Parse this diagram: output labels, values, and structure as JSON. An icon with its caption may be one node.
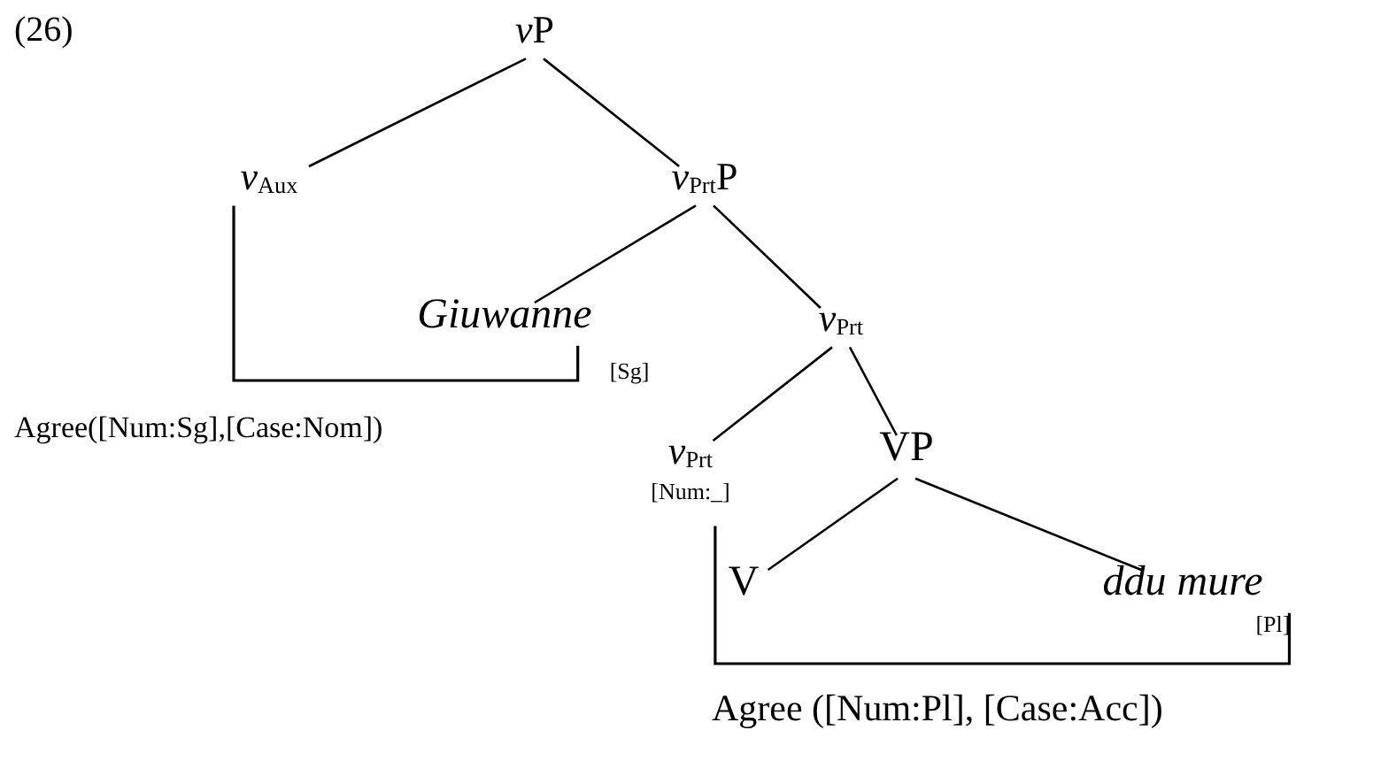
{
  "diagram": {
    "nodes": [
      {
        "text": [
          "vP"
        ]
      },
      {
        "text": [
          "*v*$_{Aux}$"
        ]
      },
      {
        "text": [
          "*v*$_{Prt}$P"
        ]
      },
      {
        "text": [
          "Giuwanne"
        ],
        "beside": [
          "[Sg]"
        ]
      },
      {
        "text": [
          "*v*$_{Prt}$"
        ]
      },
      {
        "text": [
          "*v*$_{Prt}$"
        ],
        "beside": [
          "[Num:_]"
        ]
      },
      {
        "text": [
          "VP"
        ]
      },
      {
        "text": [
          "V"
        ]
      },
      {
        "text": [
          "ddu mure"
        ],
        "beside": [
          "[Pl]"
        ]
      }
    ],
    "edges": [
      {
        "from": 0,
        "to": 1,
        "arrow": "none"
      },
      {
        "from": 0,
        "to": 2,
        "arrow": "none"
      },
      {
        "from": 2,
        "to": 3,
        "arrow": "none"
      },
      {
        "from": 2,
        "to": 4,
        "arrow": "none"
      },
      {
        "from": 4,
        "to": 5,
        "arrow": "none"
      },
      {
        "from": 4,
        "to": 6,
        "arrow": "none"
      },
      {
        "from": 6,
        "to": 7,
        "arrow": "none"
      },
      {
        "from": 6,
        "to": 8,
        "arrow": "none"
      },
      {
        "from": 1,
        "to": 3,
        "arrow": "none",
        "label": "Agree([Num:Sg],[Case:Nom])"
      },
      {
        "from": 5,
        "to": 8,
        "arrow": "none",
        "label": "Agree ([Num:Pl], [Case:Acc])"
      }
    ],
    "labels": [
      "(26)"
    ]
  }
}
